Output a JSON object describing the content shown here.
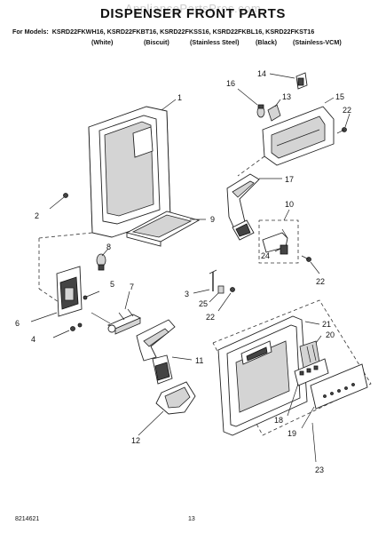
{
  "header": {
    "watermark": "AppliancePartsPros.com",
    "title": "DISPENSER FRONT PARTS",
    "models_lead": "For Models:",
    "models": "KSRD22FKWH16, KSRD22FKBT16, KSRD22FKSS16, KSRD22FKBL16, KSRD22FKST16",
    "colors": [
      "(White)",
      "(Biscuit)",
      "(Stainless Steel)",
      "(Black)",
      "(Stainless-VCM)"
    ]
  },
  "callouts": {
    "c1": "1",
    "c2": "2",
    "c3": "3",
    "c4": "4",
    "c5": "5",
    "c6": "6",
    "c7": "7",
    "c8": "8",
    "c9": "9",
    "c10": "10",
    "c11": "11",
    "c12": "12",
    "c13": "13",
    "c14": "14",
    "c15": "15",
    "c16": "16",
    "c17": "17",
    "c18": "18",
    "c19": "19",
    "c20": "20",
    "c21": "21",
    "c22a": "22",
    "c22b": "22",
    "c22c": "22",
    "c23": "23",
    "c24": "24",
    "c25": "25"
  },
  "footer": {
    "doc_number": "8214621",
    "page_number": "13"
  }
}
